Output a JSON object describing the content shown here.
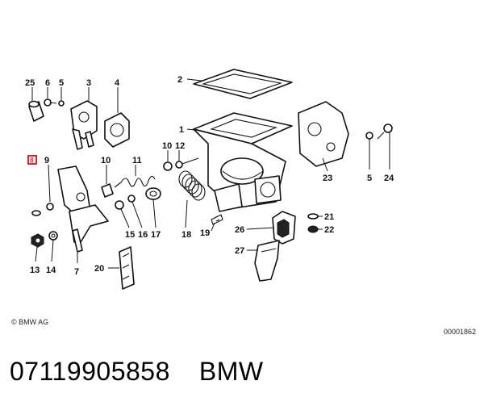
{
  "callouts": {
    "c25": "25",
    "c6a": "6",
    "c5a": "5",
    "c3": "3",
    "c4": "4",
    "c2": "2",
    "c1": "1",
    "c9": "9",
    "c10a": "10",
    "c11": "11",
    "c10b": "10",
    "c12": "12",
    "c23": "23",
    "c5b": "5",
    "c24": "24",
    "c13": "13",
    "c14": "14",
    "c7": "7",
    "c15": "15",
    "c16": "16",
    "c17": "17",
    "c18": "18",
    "c19": "19",
    "c26": "26",
    "c21": "21",
    "c22": "22",
    "c27": "27",
    "c20": "20",
    "c8": "8"
  },
  "copyright": "© BMW AG",
  "diagram_id": "00001862",
  "footer": {
    "part_number": "07119905858",
    "brand": "BMW"
  },
  "colors": {
    "highlight": "#d9262b",
    "ink": "#111111",
    "background": "#ffffff"
  }
}
